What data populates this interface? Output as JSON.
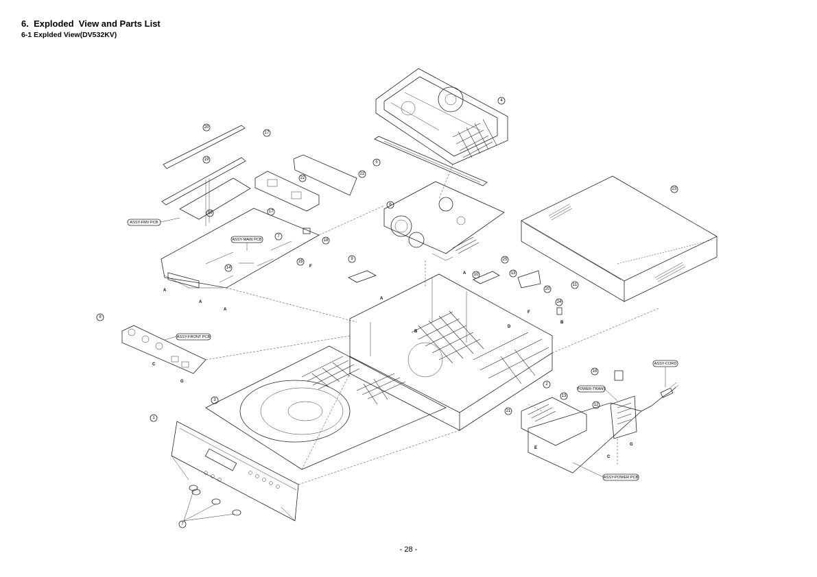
{
  "header": {
    "title": "6.  Exploded  View and Parts List",
    "subtitle": "6-1 Explded View(DV532KV)"
  },
  "footer": {
    "page": "- 28 -"
  },
  "labels": {
    "fmv_pcb": "ASSY-FMV PCB",
    "main_pcb": "ASSY-MAIN PCB",
    "front_pcb": "ASSY-FRONT PCB",
    "cord": "ASSY-CORD",
    "power_trans": "POWER-TRANS",
    "power_pcb": "ASSY-POWER PCB"
  },
  "callouts": [
    "1",
    "2",
    "3",
    "4",
    "5",
    "6",
    "7",
    "8",
    "9",
    "10",
    "11",
    "12",
    "13",
    "14",
    "15",
    "16",
    "17",
    "18",
    "19",
    "20",
    "21",
    "22",
    "23",
    "24",
    "25"
  ],
  "letters": [
    "A",
    "B",
    "C",
    "D",
    "E",
    "F",
    "G"
  ]
}
